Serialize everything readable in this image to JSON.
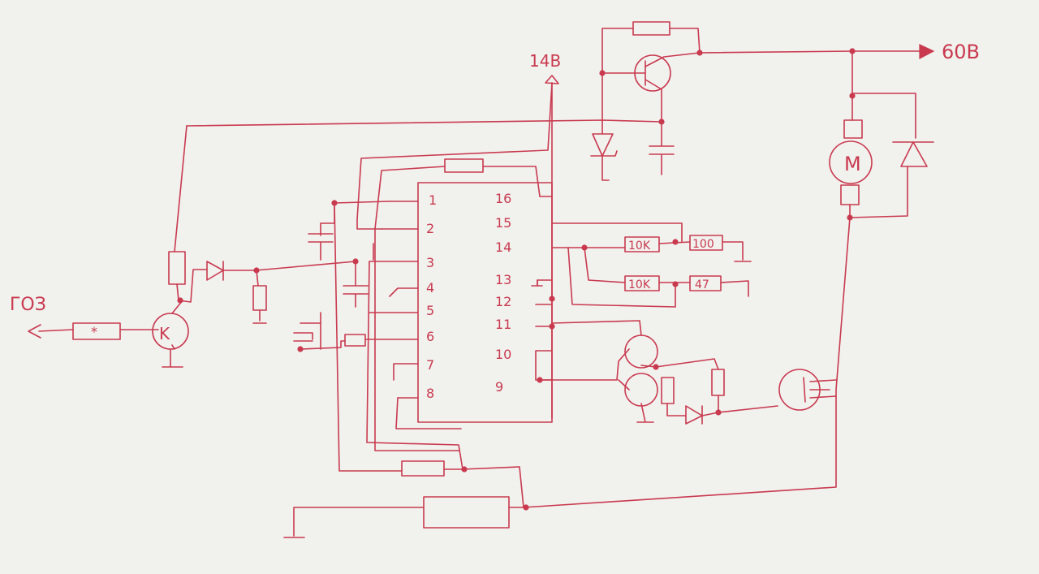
{
  "labels": {
    "supply_14v": "14B",
    "supply_60v": "60B",
    "input_goz": "ГОЗ",
    "motor": "M",
    "resistor_star": "*",
    "resistor_10k_a": "10K",
    "resistor_100": "100",
    "resistor_10k_b": "10K",
    "resistor_47": "47",
    "transistor_input": "K"
  },
  "ic": {
    "pins_left": [
      "1",
      "2",
      "3",
      "4",
      "5",
      "6",
      "7",
      "8"
    ],
    "pins_right": [
      "16",
      "15",
      "14",
      "13",
      "12",
      "11",
      "10",
      "9"
    ]
  },
  "colors": {
    "ink": "#c93a4f",
    "paper": "#f1f1ee"
  }
}
